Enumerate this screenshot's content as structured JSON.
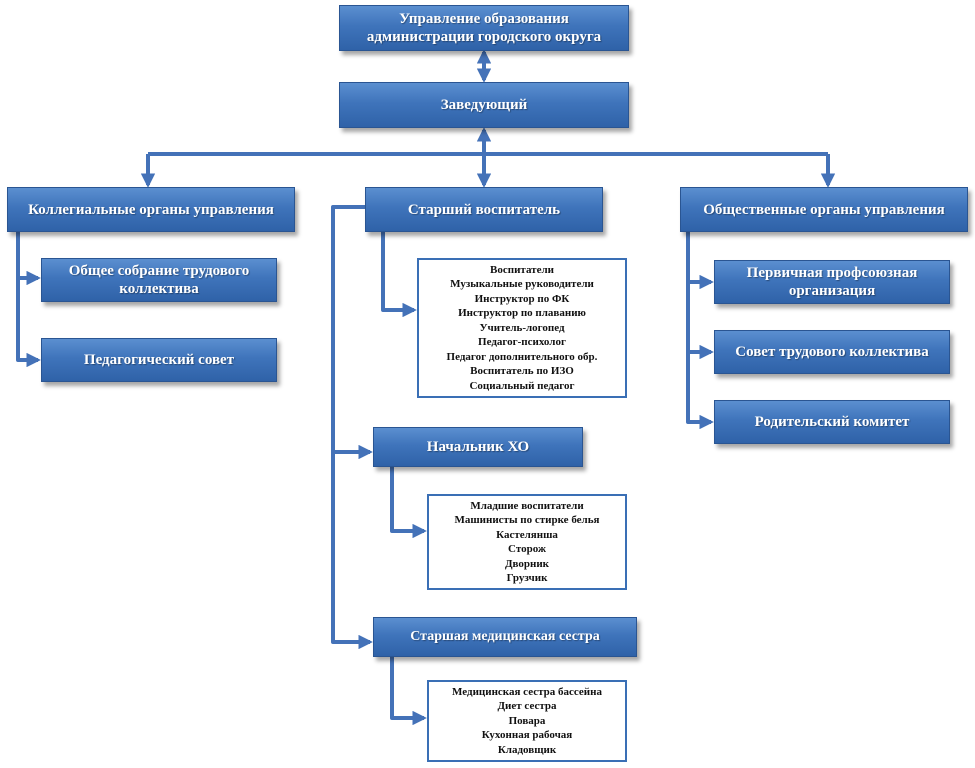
{
  "top": {
    "line1": "Управление образования",
    "line2": "администрации городского округа"
  },
  "head": {
    "label": "Заведующий"
  },
  "left": {
    "title": "Коллегиальные органы управления",
    "items": [
      {
        "line1": "Общее собрание трудового",
        "line2": "коллектива"
      },
      {
        "line1": "Педагогический совет"
      }
    ]
  },
  "center": {
    "senior_educator": {
      "label": "Старший воспитатель",
      "staff": [
        "Воспитатели",
        "Музыкальные руководители",
        "Инструктор по ФК",
        "Инструктор по плаванию",
        "Учитель-логопед",
        "Педагог-психолог",
        "Педагог дополнительного  обр.",
        "Воспитатель по ИЗО",
        "Социальный педагог"
      ]
    },
    "chief_ho": {
      "label": "Начальник ХО",
      "staff": [
        "Младшие воспитатели",
        "Машинисты по стирке белья",
        "Кастелянша",
        "Сторож",
        "Дворник",
        "Грузчик"
      ]
    },
    "senior_nurse": {
      "label": "Старшая медицинская сестра",
      "staff": [
        "Медицинская сестра бассейна",
        "Диет сестра",
        "Повара",
        "Кухонная рабочая",
        "Кладовщик"
      ]
    }
  },
  "right": {
    "title": "Общественные органы управления",
    "items": [
      {
        "line1": "Первичная профсоюзная",
        "line2": "организация"
      },
      {
        "line1": "Совет трудового коллектива"
      },
      {
        "line1": "Родительский комитет"
      }
    ]
  },
  "colors": {
    "box_top": "#5b8fd0",
    "box_bottom": "#2f62a8",
    "connector": "#4472b8",
    "list_border": "#3a6fb5"
  }
}
